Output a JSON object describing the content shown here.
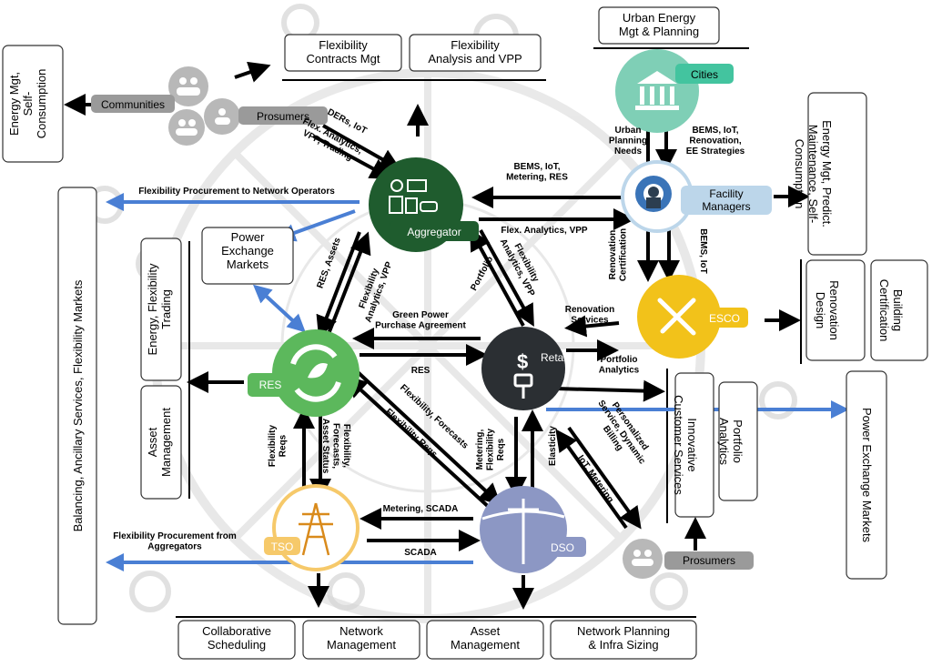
{
  "colors": {
    "aggregator": "#1f5c2e",
    "cities": "#7fcfb6",
    "facility": "#bcd6ea",
    "esco": "#f2c21a",
    "res": "#5cb85c",
    "retail": "#2b2f33",
    "tso": "#f6c96a",
    "dso": "#8c97c4",
    "flow_blue": "#4a7fd4",
    "pill_gray": "#9a9a9a"
  },
  "nodes": {
    "aggregator": "Aggregator",
    "cities": "Cities",
    "facility_managers": "Facility\nManagers",
    "esco": "ESCO",
    "res": "RES",
    "retail": "Retail",
    "tso": "TSO",
    "dso": "DSO",
    "communities": "Communities",
    "prosumers_top": "Prosumers",
    "prosumers_bottom": "Prosumers"
  },
  "services": {
    "flex_contracts": "Flexibility\nContracts Mgt",
    "flex_analysis": "Flexibility\nAnalysis and VPP",
    "urban_energy": "Urban Energy\nMgt & Planning",
    "energy_self_left": "Energy Mgt,\nSelf-\nConsumption",
    "energy_predict": "Energy Mgt, Predict.\nMaintenance, Self-\nConsumption",
    "renovation_design": "Renovation\nDesign",
    "building_cert": "Building\nCertification",
    "power_exchange": "Power\nExchange\nMarkets",
    "energy_flex_trading": "Energy, Flexibility\nTrading",
    "asset_mgmt_left": "Asset\nManagement",
    "balancing": "Balancing, Ancillary Services, Flexibility Markets",
    "innovative_cs": "Innovative\nCustomer Services",
    "portfolio_analytics_box": "Portfolio\nAnalytics",
    "power_exchange_right": "Power Exchange Markets",
    "collab_sched": "Collaborative\nScheduling",
    "network_mgmt": "Network\nManagement",
    "asset_mgmt_bottom": "Asset\nManagement",
    "network_planning": "Network Planning\n& Infra Sizing"
  },
  "flows": {
    "ders_iot": "DERs, IoT",
    "flex_analytics_vpp_trading": "Flex. Analytics,\nVPP, Trading",
    "flex_proc_network": "Flexibility Procurement to Network Operators",
    "bems_iot_metering_res": "BEMS, IoT,\nMetering, RES",
    "flex_analytics_vpp": "Flex. Analytics, VPP",
    "urban_planning_needs": "Urban\nPlanning\nNeeds",
    "bems_iot_renovation": "BEMS, IoT,\nRenovation,\nEE Strategies",
    "renovation_certification": "Renovation\nCertification",
    "bems_iot_esco": "BEMS, IoT",
    "res_assets": "RES, Assets",
    "flexibility_analytics_vpp_res": "Flexibility\nAnalytics, VPP",
    "portfolio": "Portfolio",
    "flexibility_analytics_vpp_retail": "Flexibility\nAnalytics, VPP",
    "green_power": "Green Power\nPurchase Agreement",
    "renovation_services": "Renovation\nServices",
    "portfolio_analytics_flow": "Portfolio\nAnalytics",
    "res_flow": "RES",
    "flexibility_forecasts": "Flexibility, Forecasts",
    "flexibility_reqs_diag": "Flexibility Reqs",
    "flexibility_reqs_tso": "Flexibility\nReqs",
    "flex_forecasts_asset": "Flexibility,\nForecasts,\nAsset Status",
    "metering_flex_reqs": "Metering,\nFlexibility\nReqs",
    "elasticity": "Elasticity",
    "personalized": "Personalized\nService, Dynamic\nBilling",
    "iot_metering": "IoT, Metering",
    "metering_scada": "Metering, SCADA",
    "scada": "SCADA",
    "flex_proc_aggregators": "Flexibility Procurement from\nAggregators"
  }
}
